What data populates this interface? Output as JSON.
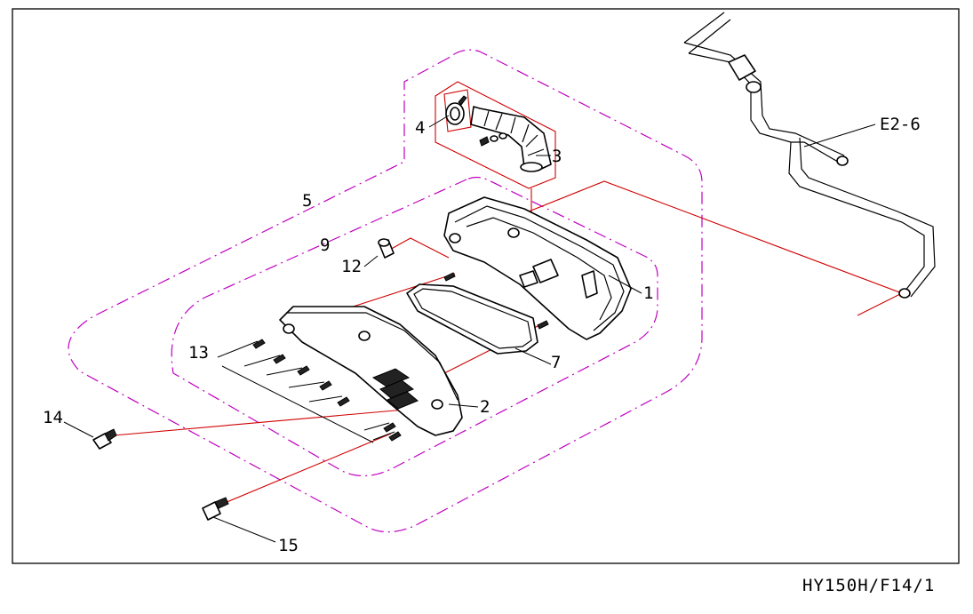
{
  "drawing_code": "HY150H/F14/1",
  "callouts": {
    "c1": "1",
    "c2": "2",
    "c3": "3",
    "c4": "4",
    "c5": "5",
    "c7": "7",
    "c9": "9",
    "c12": "12",
    "c13": "13",
    "c14": "14",
    "c15": "15",
    "ref_e26": "E2-6"
  },
  "colors": {
    "frame": "#000000",
    "group_outline": "#c000c0",
    "assembly_line": "#d00000"
  }
}
